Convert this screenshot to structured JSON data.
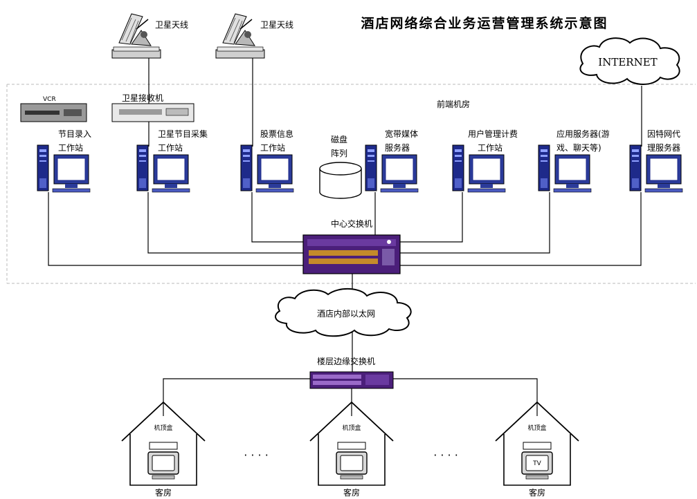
{
  "title": "酒店网络综合业务运营管理系统示意图",
  "machine_room": "前端机房",
  "internet": "INTERNET",
  "antennas": [
    {
      "label": "卫星天线"
    },
    {
      "label": "卫星天线"
    }
  ],
  "vcr": {
    "label": "VCR"
  },
  "receiver": {
    "label": "卫星接收机"
  },
  "disk_array": {
    "line1": "磁盘",
    "line2": "阵列"
  },
  "workstations": [
    {
      "line1": "节目录入",
      "line2": "工作站"
    },
    {
      "line1": "卫星节目采集",
      "line2": "工作站"
    },
    {
      "line1": "股票信息",
      "line2": "工作站"
    },
    {
      "line1": "宽带媒体",
      "line2": "服务器"
    },
    {
      "line1": "用户管理计费",
      "line2": "工作站"
    },
    {
      "line1": "应用服务器(游",
      "line2": "戏、聊天等)"
    },
    {
      "line1": "因特网代",
      "line2": "理服务器"
    }
  ],
  "center_switch": {
    "label": "中心交换机"
  },
  "hotel_lan": {
    "label": "酒店内部以太网"
  },
  "floor_switch": {
    "label": "楼层边缘交换机"
  },
  "rooms": [
    {
      "box_label": "机顶盒",
      "label": "客房",
      "tv": ""
    },
    {
      "box_label": "机顶盒",
      "label": "客房",
      "tv": ""
    },
    {
      "box_label": "机顶盒",
      "label": "客房",
      "tv": "TV"
    }
  ],
  "ellipsis": [
    "· · · ·",
    "· · · ·"
  ]
}
